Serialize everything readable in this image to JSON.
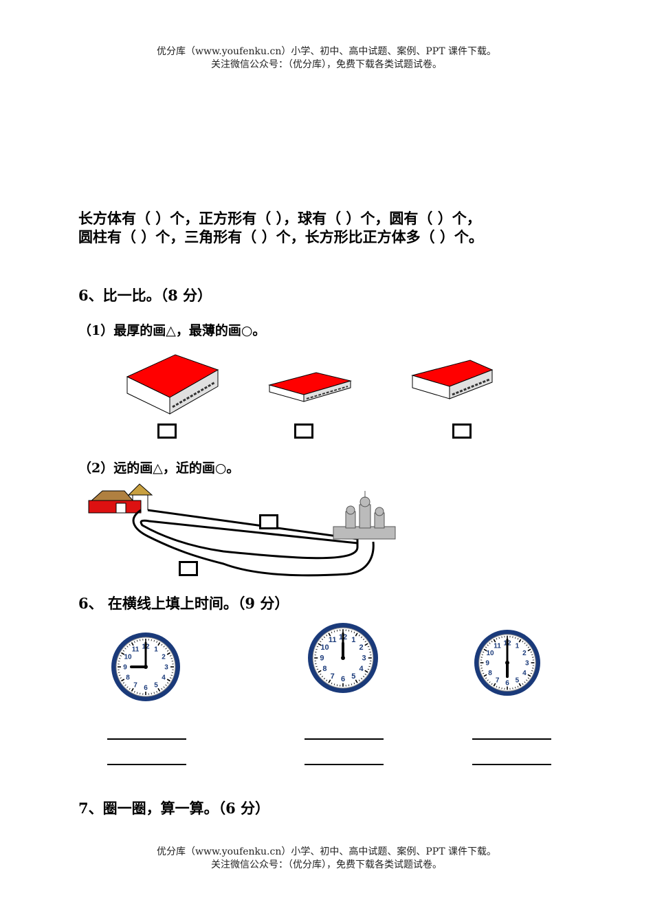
{
  "header": {
    "line1": "优分库（www.youfenku.cn）小学、初中、高中试题、案例、PPT 课件下载。",
    "line2": "关注微信公众号：（优分库），免费下载各类试题试卷。"
  },
  "q5": {
    "line1": "长方体有（   ）个，正方形有（   ），球有（   ）个，圆有（   ）个，",
    "line2": "圆柱有（   ）个，三角形有（   ）个，长方形比正方体多（   ）个。"
  },
  "q6": {
    "title": "6、比一比。（8 分）",
    "part1": "（1）最厚的画△，最薄的画○。",
    "part2": "（2）远的画△，近的画○。"
  },
  "q6b": {
    "title": "6、 在横线上填上时间。（9 分）",
    "clocks": [
      {
        "hour": 9,
        "minute": 0
      },
      {
        "hour": 12,
        "minute": 0
      },
      {
        "hour": 6,
        "minute": 0
      }
    ]
  },
  "q7": {
    "title": "7、圈一圈，算一算。（6 分）"
  },
  "footer": {
    "line1": "优分库（www.youfenku.cn）小学、初中、高中试题、案例、PPT 课件下载。",
    "line2": "关注微信公众号：（优分库），免费下载各类试题试卷。"
  },
  "colors": {
    "book_red": "#ff0000",
    "clock_rim": "#1a3a7a"
  }
}
